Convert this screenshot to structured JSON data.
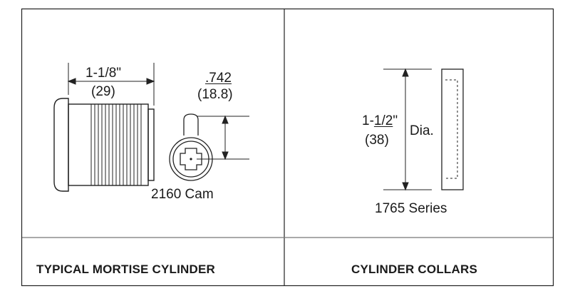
{
  "left_panel": {
    "caption": "TYPICAL MORTISE CYLINDER",
    "length_in": "1-1/8\"",
    "length_mm": "(29)",
    "cam_offset_in": ".742",
    "cam_offset_mm": "(18.8)",
    "cam_label": "2160 Cam"
  },
  "right_panel": {
    "caption": "CYLINDER COLLARS",
    "dia_prefix": "1-",
    "dia_fraction": "1/2",
    "dia_inch_mark": "\"",
    "dia_mm": "(38)",
    "dia_label": "Dia.",
    "series_label": "1765 Series"
  }
}
